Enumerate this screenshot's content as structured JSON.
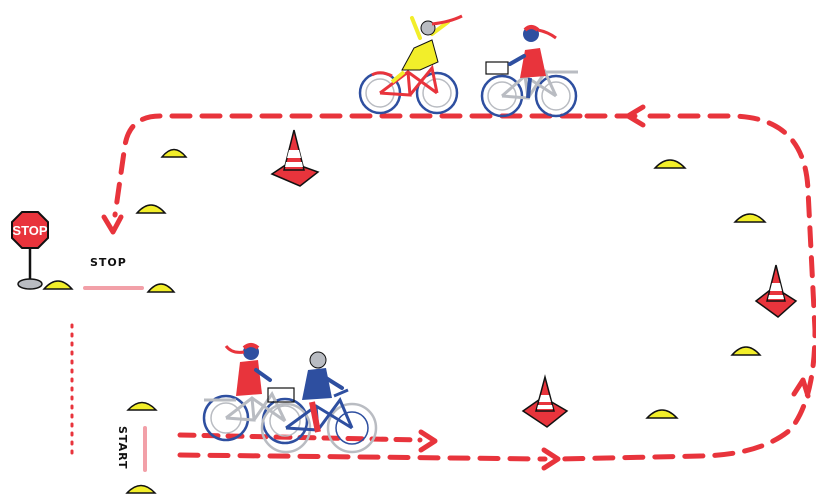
{
  "labels": {
    "stop_sign": "STOP",
    "stop_line": "STOP",
    "start_line": "START"
  },
  "colors": {
    "route_red": "#e8343c",
    "cone_red": "#e8343c",
    "marker_yellow": "#f2ee2a",
    "line_pink": "#f2a0a8",
    "bike_blue": "#2e4fa0",
    "bike_grey": "#b9bcc2",
    "rider_red": "#e8343c",
    "rider_yellow": "#f2ee2a",
    "navy": "#1f2f6b"
  }
}
